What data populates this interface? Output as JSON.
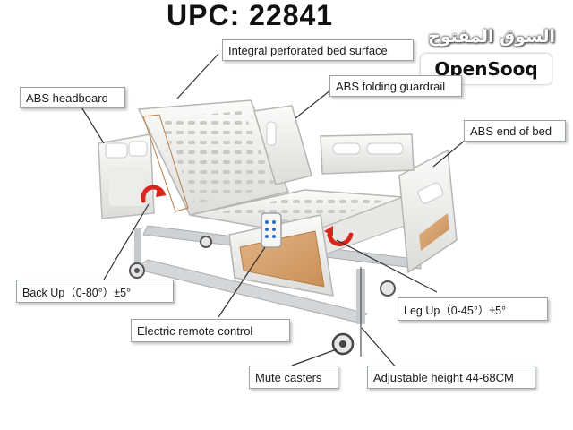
{
  "heading": {
    "upc": "UPC: 22841"
  },
  "watermark": {
    "arabic": "السوق المفتوح",
    "brand": "OpenSooq"
  },
  "labels": {
    "surface": "Integral perforated bed surface",
    "headboard": "ABS headboard",
    "guardrail": "ABS folding guardrail",
    "end_of_bed": "ABS end of bed",
    "back_up": "Back Up（0-80°）±5°",
    "leg_up": "Leg Up（0-45°）±5°",
    "remote": "Electric remote control",
    "casters": "Mute casters",
    "height": "Adjustable height 44-68CM"
  },
  "colors": {
    "bed_white": "#f2f2f0",
    "wood_panel": "#d8a673",
    "arrow_red": "#d9261c",
    "frame_gray": "#c9ccce",
    "leader_line": "#333333"
  }
}
